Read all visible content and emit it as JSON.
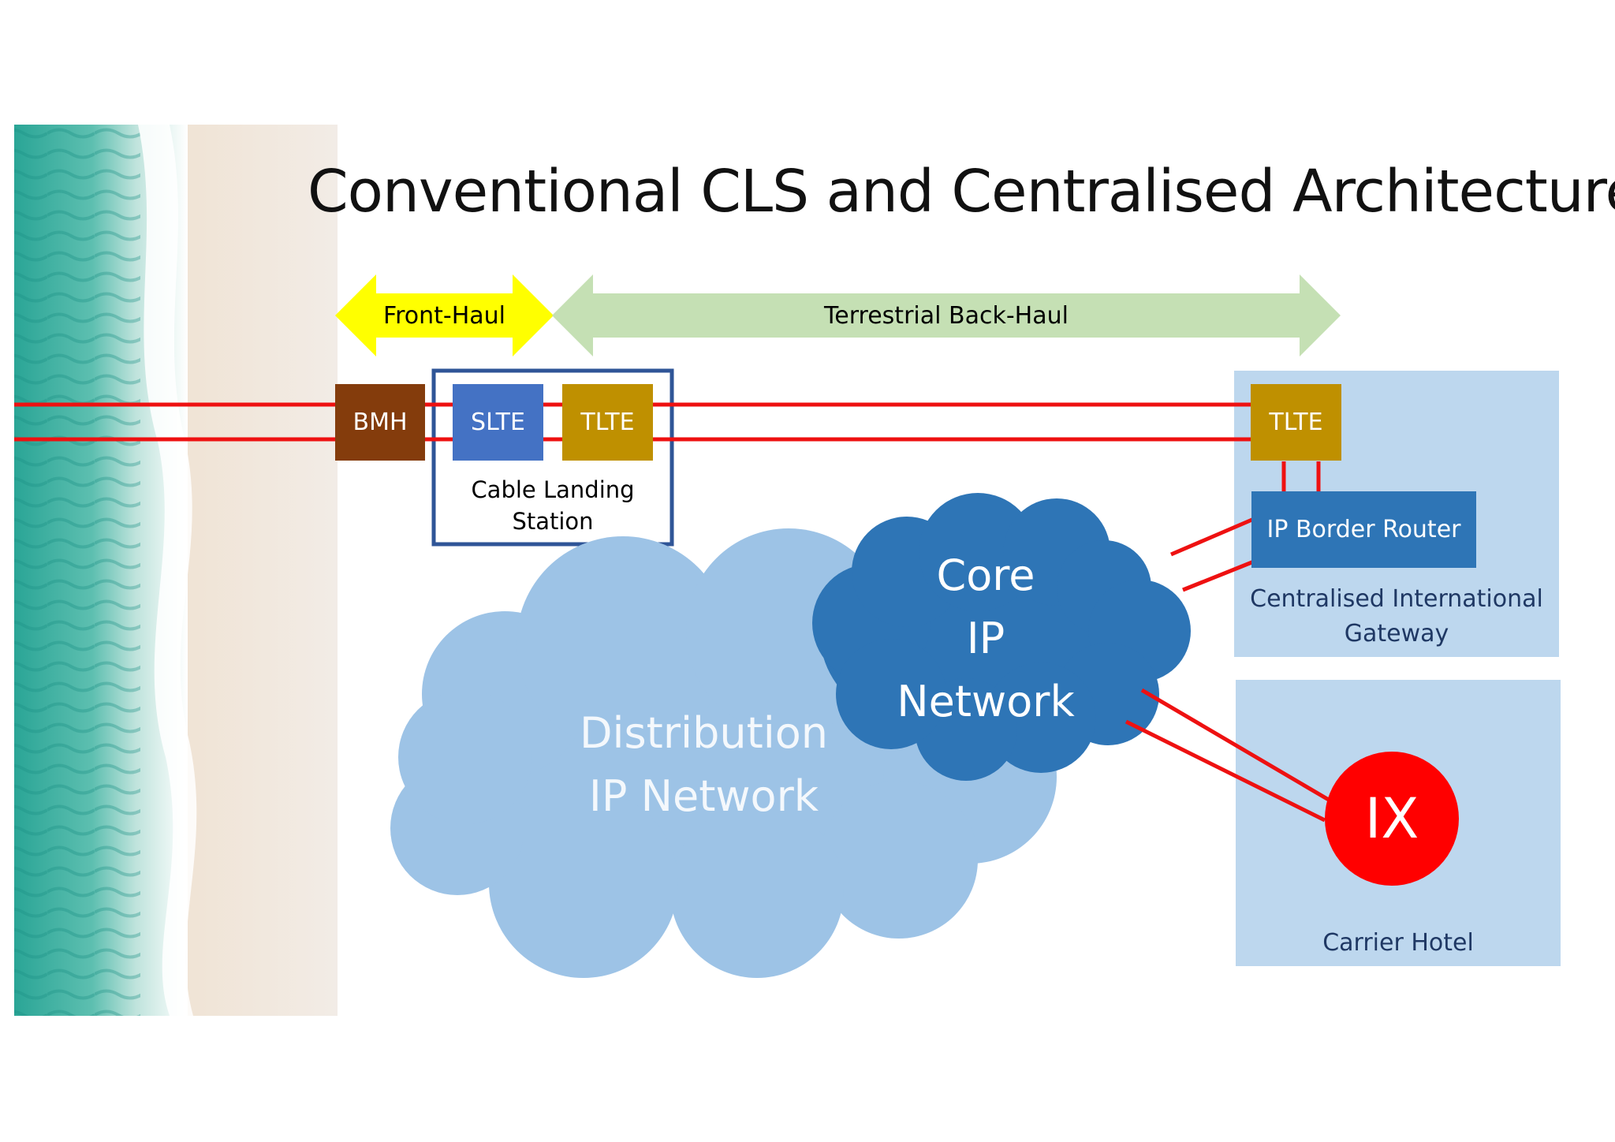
{
  "title": "Conventional CLS and Centralised Architecture",
  "spans": {
    "front_haul": "Front-Haul",
    "back_haul": "Terrestrial Back-Haul"
  },
  "equipment": {
    "bmh": "BMH",
    "slte": "SLTE",
    "tlte_station": "TLTE",
    "tlte_gateway": "TLTE",
    "border_router": "IP Border Router",
    "ix": "IX"
  },
  "groups": {
    "cable_landing_station": "Cable Landing\nStation",
    "gateway": "Centralised International\nGateway",
    "carrier_hotel": "Carrier Hotel"
  },
  "clouds": {
    "core": "Core\nIP\nNetwork",
    "distribution": "Distribution\nIP Network"
  },
  "colors": {
    "cable": "#ee1111",
    "bmh": "#843c0c",
    "slte": "#4472c4",
    "tlte": "#bf9000",
    "router": "#2e75b6",
    "core_cloud": "#2e75b6",
    "distribution_cloud": "#9dc3e6",
    "panel": "#bdd7ee",
    "front_haul_arrow": "#ffff00",
    "back_haul_arrow": "#c5e0b4",
    "ix": "#ff0000",
    "station_border": "#2f5597"
  }
}
